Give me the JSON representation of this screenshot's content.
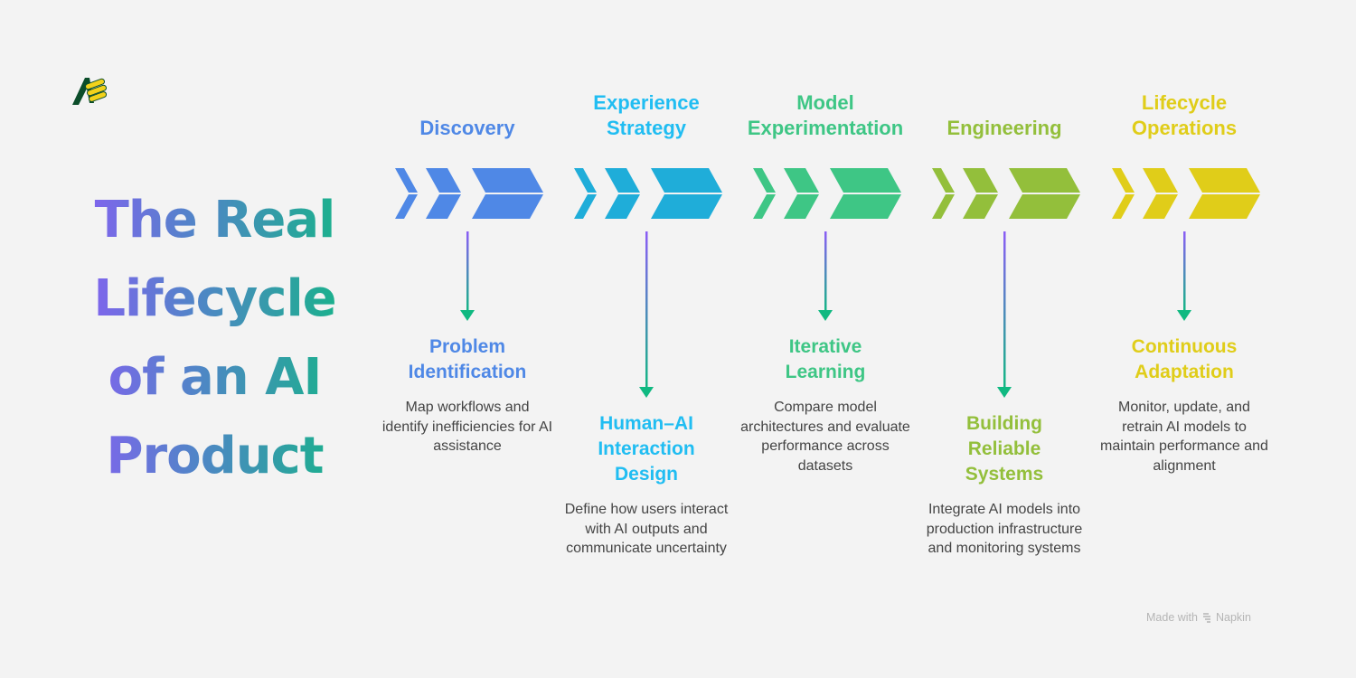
{
  "title_lines": [
    "The Real",
    "Lifecycle",
    "of an AI",
    "Product"
  ],
  "title_gradient": [
    "#8b5cf6",
    "#10b981"
  ],
  "logo": {
    "icon": "brand-logo-icon",
    "colors": [
      "#0b4d2a",
      "#f2d21b"
    ]
  },
  "phases": [
    {
      "label_lines": [
        "Discovery"
      ],
      "color": "#4f88e6",
      "step_title_lines": [
        "Problem",
        "Identification"
      ],
      "description": "Map workflows and identify inefficiencies for AI assistance"
    },
    {
      "label_lines": [
        "Experience",
        "Strategy"
      ],
      "color": "#1fadd9",
      "label_color": "#20bdf2",
      "step_title_lines": [
        "Human–AI",
        "Interaction",
        "Design"
      ],
      "description": "Define how users interact with AI outputs and communicate uncertainty"
    },
    {
      "label_lines": [
        "Model",
        "Experimentation"
      ],
      "color": "#3ec685",
      "step_title_lines": [
        "Iterative",
        "Learning"
      ],
      "description": "Compare model architectures and evaluate performance across datasets"
    },
    {
      "label_lines": [
        "Engineering"
      ],
      "color": "#93bf3b",
      "step_title_lines": [
        "Building",
        "Reliable",
        "Systems"
      ],
      "description": "Integrate AI models into production infrastructure and monitoring systems"
    },
    {
      "label_lines": [
        "Lifecycle",
        "Operations"
      ],
      "color": "#e0cd19",
      "step_title_lines": [
        "Continuous",
        "Adaptation"
      ],
      "description": "Monitor, update, and retrain AI models to maintain performance and alignment"
    }
  ],
  "connector_gradient": [
    "#8b5cf6",
    "#10b981"
  ],
  "footer": {
    "text": "Made with",
    "brand": "Napkin",
    "icon": "napkin-icon"
  }
}
